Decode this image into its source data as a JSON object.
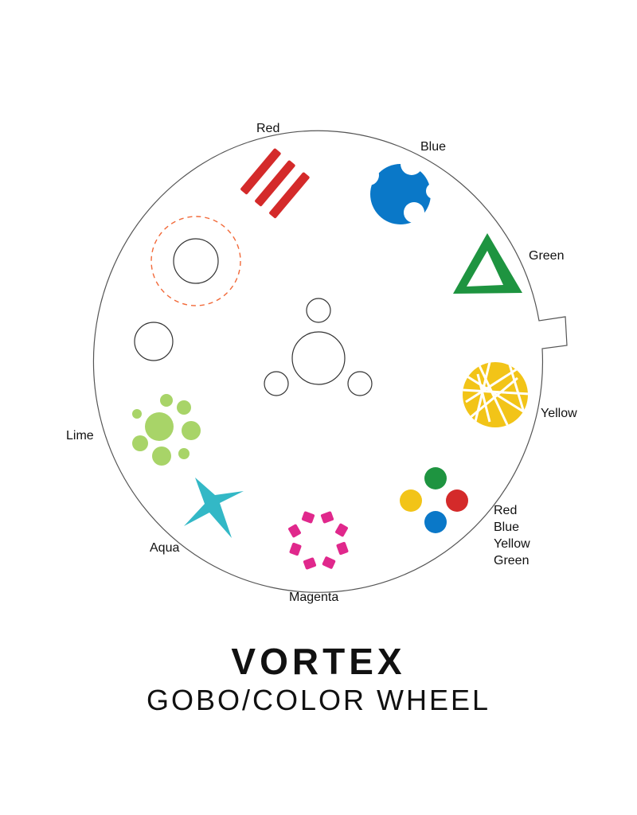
{
  "title": "VORTEX",
  "subtitle": "GOBO/COLOR WHEEL",
  "colors": {
    "red": "#d42a2a",
    "blue": "#0a78c8",
    "green": "#1e9440",
    "yellow": "#f2c418",
    "lime": "#a8d468",
    "aqua": "#33b8c6",
    "magenta": "#e0288c",
    "open_ring": "#f26a3a",
    "outline": "#555555"
  },
  "labels": {
    "red": "Red",
    "blue": "Blue",
    "green": "Green",
    "yellow": "Yellow",
    "multi": [
      "Red",
      "Blue",
      "Yellow",
      "Green"
    ],
    "magenta": "Magenta",
    "aqua": "Aqua",
    "lime": "Lime"
  }
}
